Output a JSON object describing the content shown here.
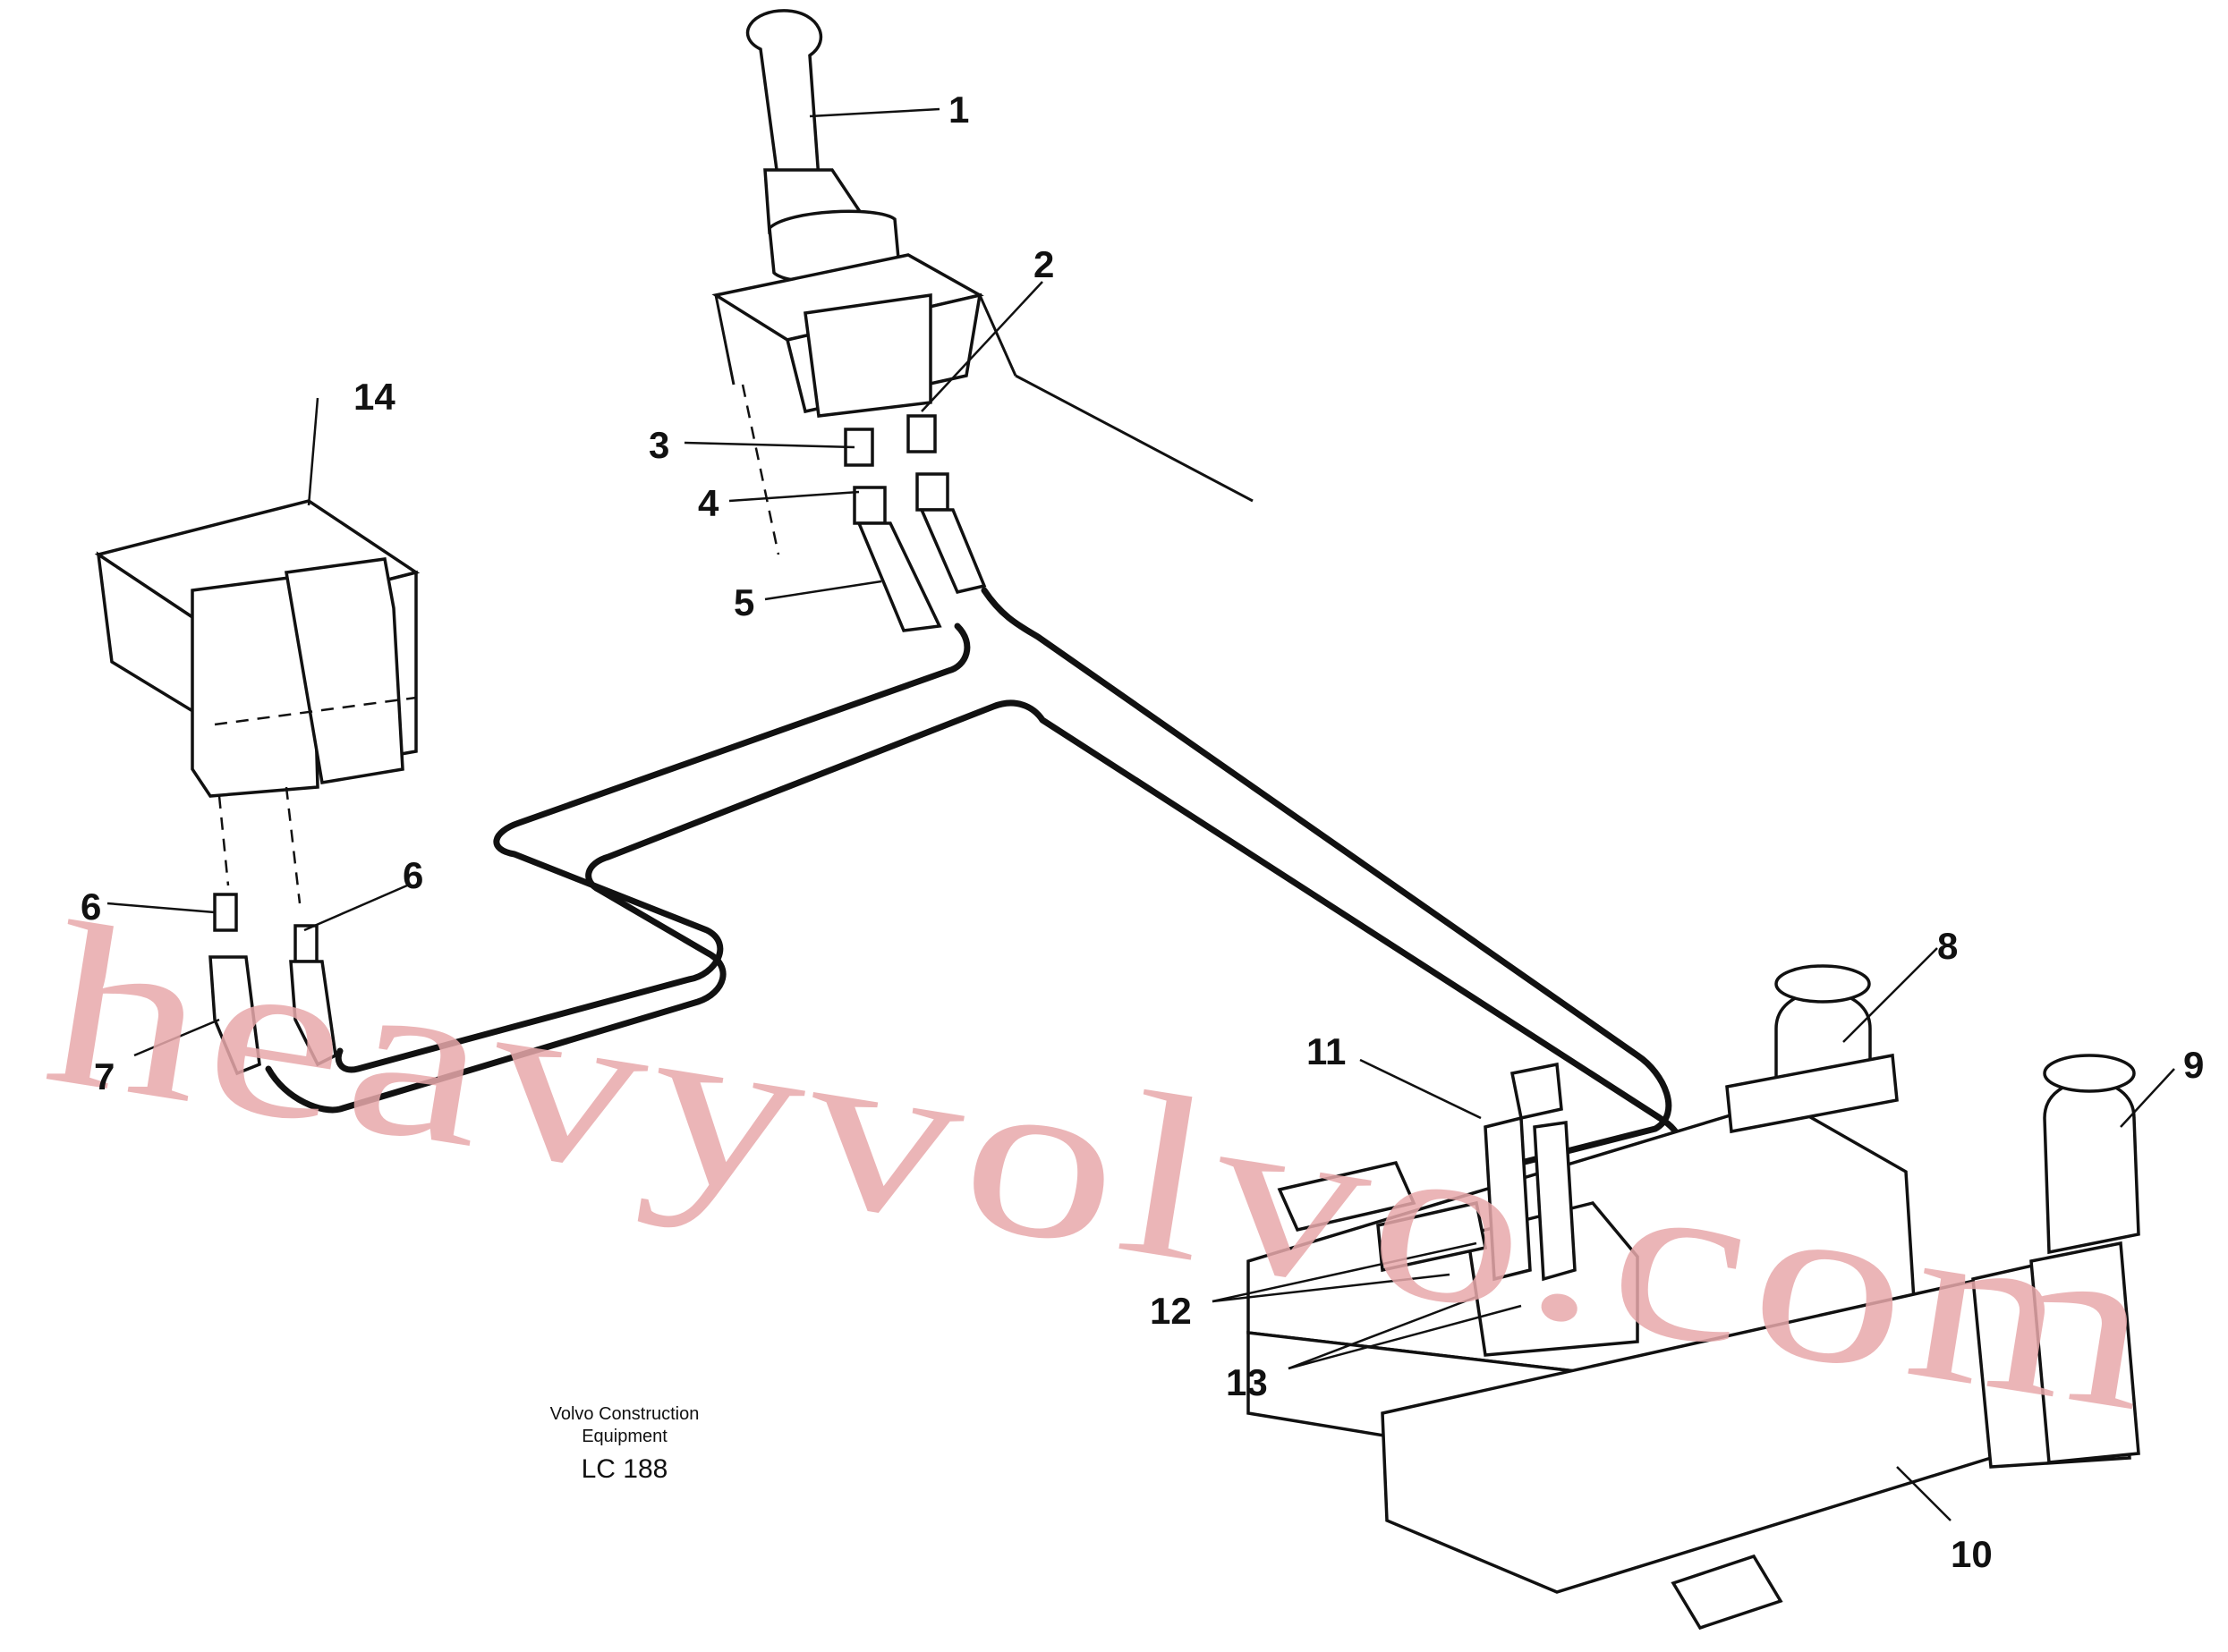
{
  "diagram": {
    "watermark": "heavyvolvo.com",
    "credit_line1": "Volvo Construction",
    "credit_line2": "Equipment",
    "drawing_code": "LC 188",
    "labels": {
      "l1": "1",
      "l2": "2",
      "l3": "3",
      "l4": "4",
      "l5": "5",
      "l6a": "6",
      "l6b": "6",
      "l7": "7",
      "l8": "8",
      "l9": "9",
      "l10": "10",
      "l11": "11",
      "l12": "12",
      "l13": "13",
      "l14": "14"
    }
  }
}
